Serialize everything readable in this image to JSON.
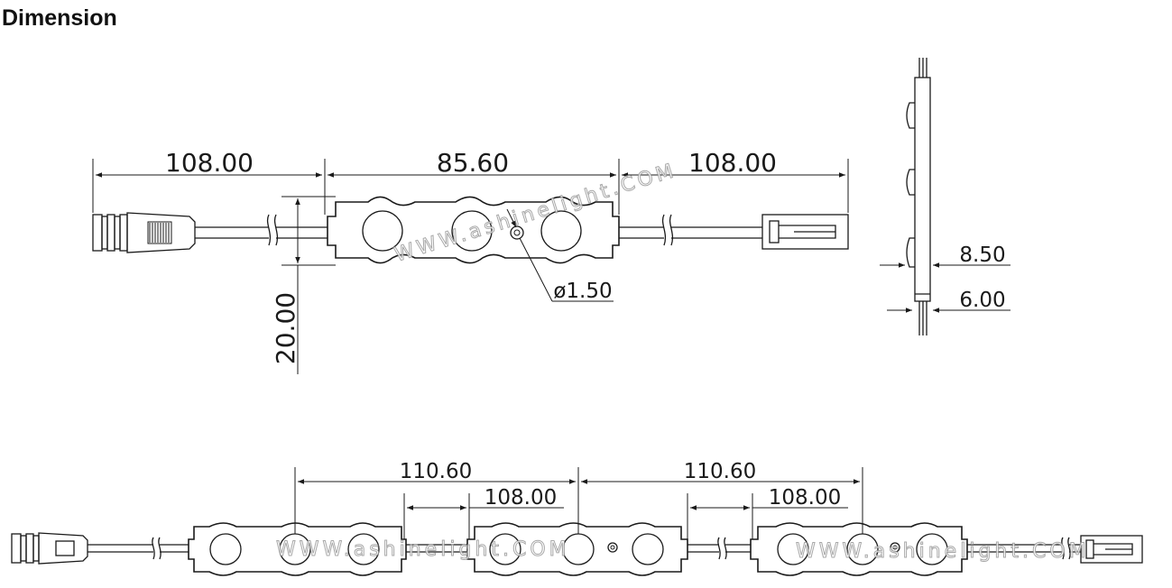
{
  "title": "Dimension",
  "watermark": "WWW.ashinelight.COM",
  "front_view": {
    "left_cable_length": "108.00",
    "module_length": "85.60",
    "right_cable_length": "108.00",
    "module_height": "20.00",
    "hole_diameter": "ø1.50"
  },
  "side_view": {
    "thickness_total": "8.50",
    "thickness_base": "6.00"
  },
  "chain_view": {
    "pitch_1": "110.60",
    "cable_1": "108.00",
    "pitch_2": "110.60",
    "cable_2": "108.00"
  }
}
